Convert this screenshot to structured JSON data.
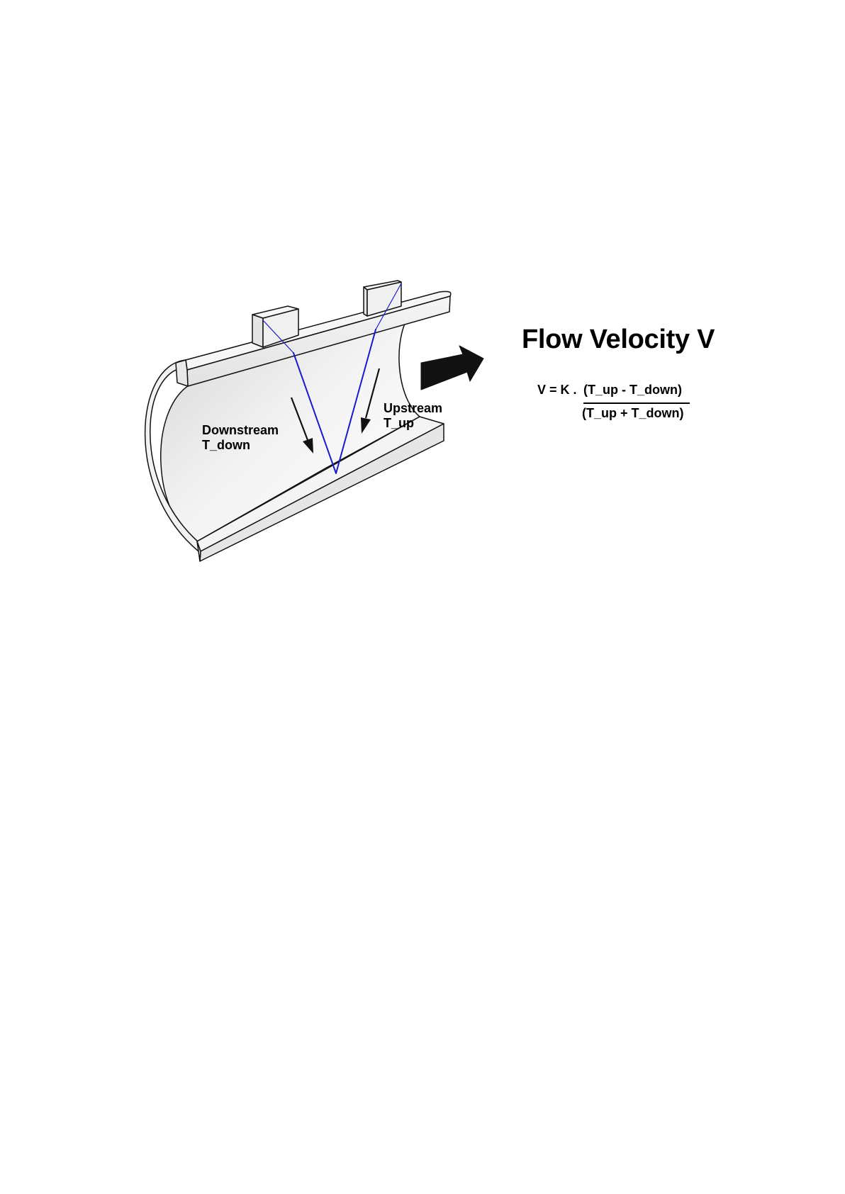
{
  "diagram": {
    "title": "Flow Velocity V",
    "downstream": {
      "line1": "Downstream",
      "line2": "T_down"
    },
    "upstream": {
      "line1": "Upstream",
      "line2": "T_up"
    },
    "formula": {
      "lhs": "V = K .",
      "numerator": "(T_up - T_down)",
      "denominator": "(T_up + T_down)"
    }
  },
  "colors": {
    "background": "#ffffff",
    "pipe_fill": "#ededed",
    "outline": "#111111",
    "signal_path": "#1a1acc",
    "arrow": "#111111"
  },
  "icons": {
    "flow_direction": "flow-direction-arrow-icon",
    "transducers": "transducer-block-icon"
  }
}
